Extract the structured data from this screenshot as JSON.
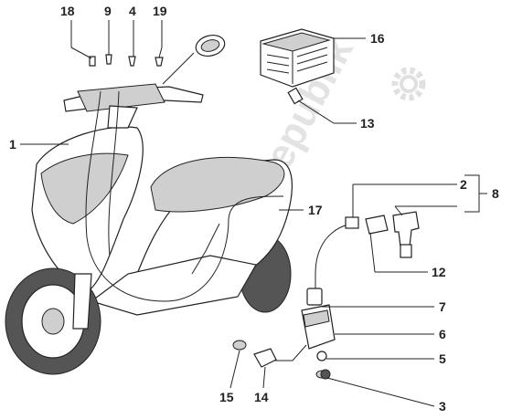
{
  "watermark": {
    "text": "Partsrepublik"
  },
  "callouts": [
    {
      "id": "c18",
      "text": "18"
    },
    {
      "id": "c9",
      "text": "9"
    },
    {
      "id": "c4",
      "text": "4"
    },
    {
      "id": "c19",
      "text": "19"
    },
    {
      "id": "c16",
      "text": "16"
    },
    {
      "id": "c1",
      "text": "1"
    },
    {
      "id": "c13",
      "text": "13"
    },
    {
      "id": "c17",
      "text": "17"
    },
    {
      "id": "c2",
      "text": "2"
    },
    {
      "id": "c8",
      "text": "8"
    },
    {
      "id": "c12",
      "text": "12"
    },
    {
      "id": "c7",
      "text": "7"
    },
    {
      "id": "c6",
      "text": "6"
    },
    {
      "id": "c5",
      "text": "5"
    },
    {
      "id": "c3",
      "text": "3"
    },
    {
      "id": "c15",
      "text": "15"
    },
    {
      "id": "c14",
      "text": "14"
    }
  ]
}
